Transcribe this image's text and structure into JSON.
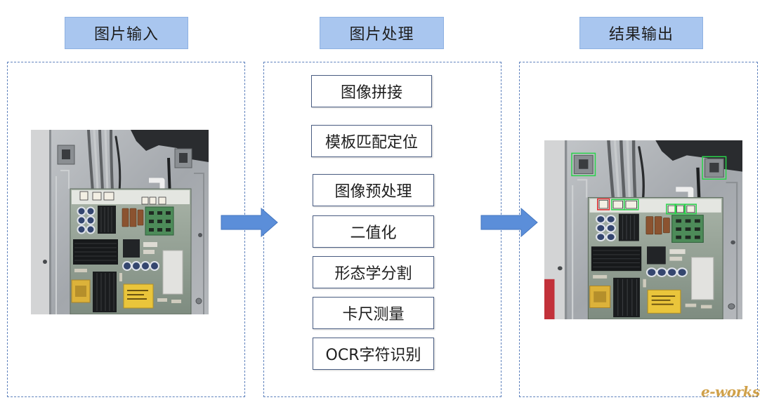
{
  "stages": [
    {
      "title": "图片输入"
    },
    {
      "title": "图片处理"
    },
    {
      "title": "结果输出"
    }
  ],
  "processing_steps": [
    "图像拼接",
    "模板匹配定位",
    "图像预处理",
    "二值化",
    "形态学分割",
    "卡尺测量",
    "OCR字符识别"
  ],
  "watermark": "e-works",
  "icons": {
    "flow_arrow": "arrow-right-icon"
  },
  "colors": {
    "header_fill": "#a9c6ef",
    "header_border": "#8eb1e2",
    "panel_border": "#5f82bd",
    "step_border": "#4a5d82",
    "arrow_fill": "#5b8ed9",
    "arrow_stroke": "#4577c0",
    "detection_ok": "#2ad24b",
    "detection_fail": "#e0262b"
  }
}
